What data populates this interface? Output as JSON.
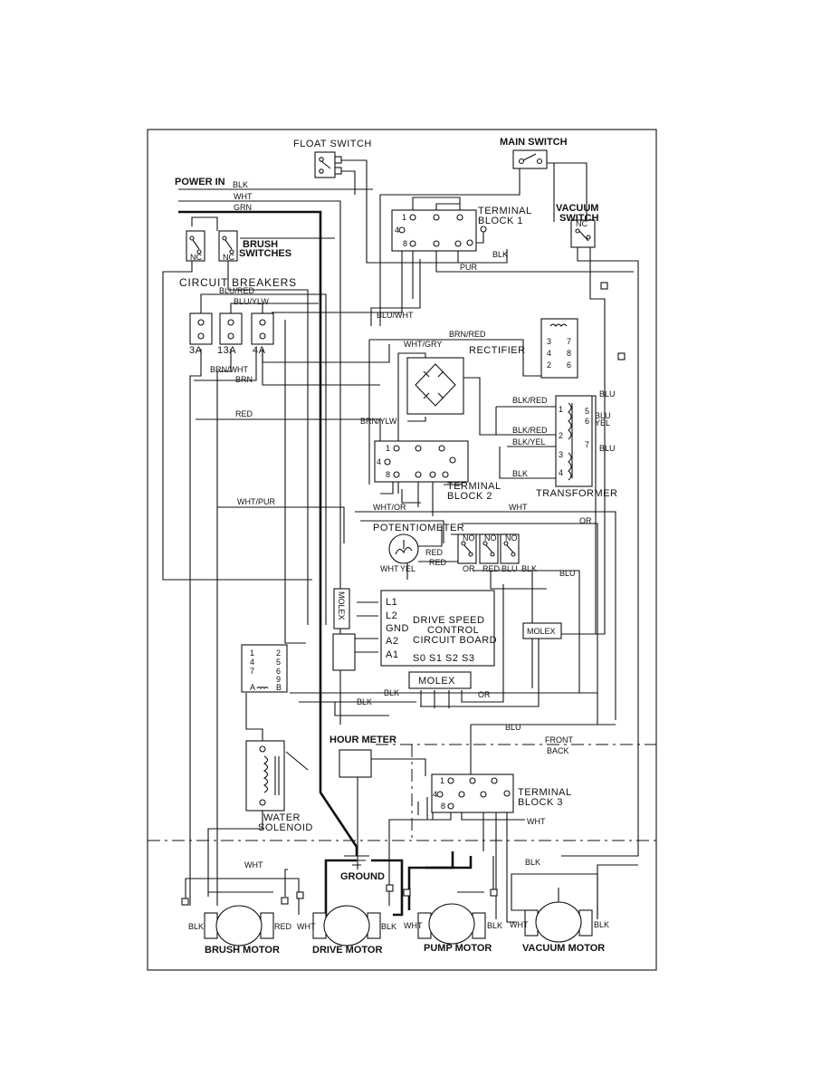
{
  "components": {
    "float_switch": "FLOAT SWITCH",
    "main_switch": "MAIN SWITCH",
    "power_in": "POWER IN",
    "terminal_block_1": [
      "TERMINAL",
      "BLOCK  1"
    ],
    "vacuum_switch": [
      "VACUUM",
      "SWITCH"
    ],
    "brush_switches": [
      "BRUSH",
      "SWITCHES"
    ],
    "circuit_breakers": "CIRCUIT BREAKERS",
    "rectifier": "RECTIFIER",
    "terminal_block_2": [
      "TERMINAL",
      "BLOCK  2"
    ],
    "transformer": "TRANSFORMER",
    "potentiometer": "POTENTIOMETER",
    "molex": "MOLEX",
    "drive_speed_control": [
      "DRIVE  SPEED",
      "CONTROL",
      "CIRCUIT BOARD"
    ],
    "board_terminals": [
      "L1",
      "L2",
      "GND",
      "A2",
      "A1"
    ],
    "board_bottom": "S0 S1 S2 S3",
    "hour_meter": "HOUR METER",
    "front": "FRONT",
    "back": "BACK",
    "terminal_block_3": [
      "TERMINAL",
      "BLOCK  3"
    ],
    "water_solenoid": [
      "WATER",
      "SOLENOID"
    ],
    "ground": "GROUND",
    "motors": [
      "BRUSH MOTOR",
      "DRIVE MOTOR",
      "PUMP MOTOR",
      "VACUUM MOTOR"
    ]
  },
  "breakers": [
    "3A",
    "13A",
    "4A"
  ],
  "terminal_numbers": [
    "1",
    "4",
    "8"
  ],
  "contact_labels": [
    "NC",
    "NO"
  ],
  "relay_pins": [
    "3",
    "7",
    "4",
    "8",
    "2",
    "6"
  ],
  "relay_lower_pins": [
    "1",
    "2",
    "4",
    "5",
    "7",
    "6",
    "9",
    "A",
    "B"
  ],
  "transformer_pins": [
    "1",
    "5",
    "6",
    "2",
    "7",
    "3",
    "4"
  ],
  "wire_labels": {
    "blk": "BLK",
    "wht": "WHT",
    "grn": "GRN",
    "red": "RED",
    "blu": "BLU",
    "or": "OR",
    "brn": "BRN",
    "pur": "PUR",
    "yel": "YEL",
    "blu_red": "BLU/RED",
    "blu_ylw": "BLU/YLW",
    "blu_wht": "BLU/WHT",
    "brn_red": "BRN/RED",
    "wht_gry": "WHT/GRY",
    "brn_wht": "BRN/WHT",
    "blk_red": "BLK/RED",
    "blk_yel": "BLK/YEL",
    "blu_yel": "BLU/YEL",
    "brn_ylw": "BRN/YLW",
    "wht_pur": "WHT/PUR",
    "wht_or": "WHT/OR"
  }
}
